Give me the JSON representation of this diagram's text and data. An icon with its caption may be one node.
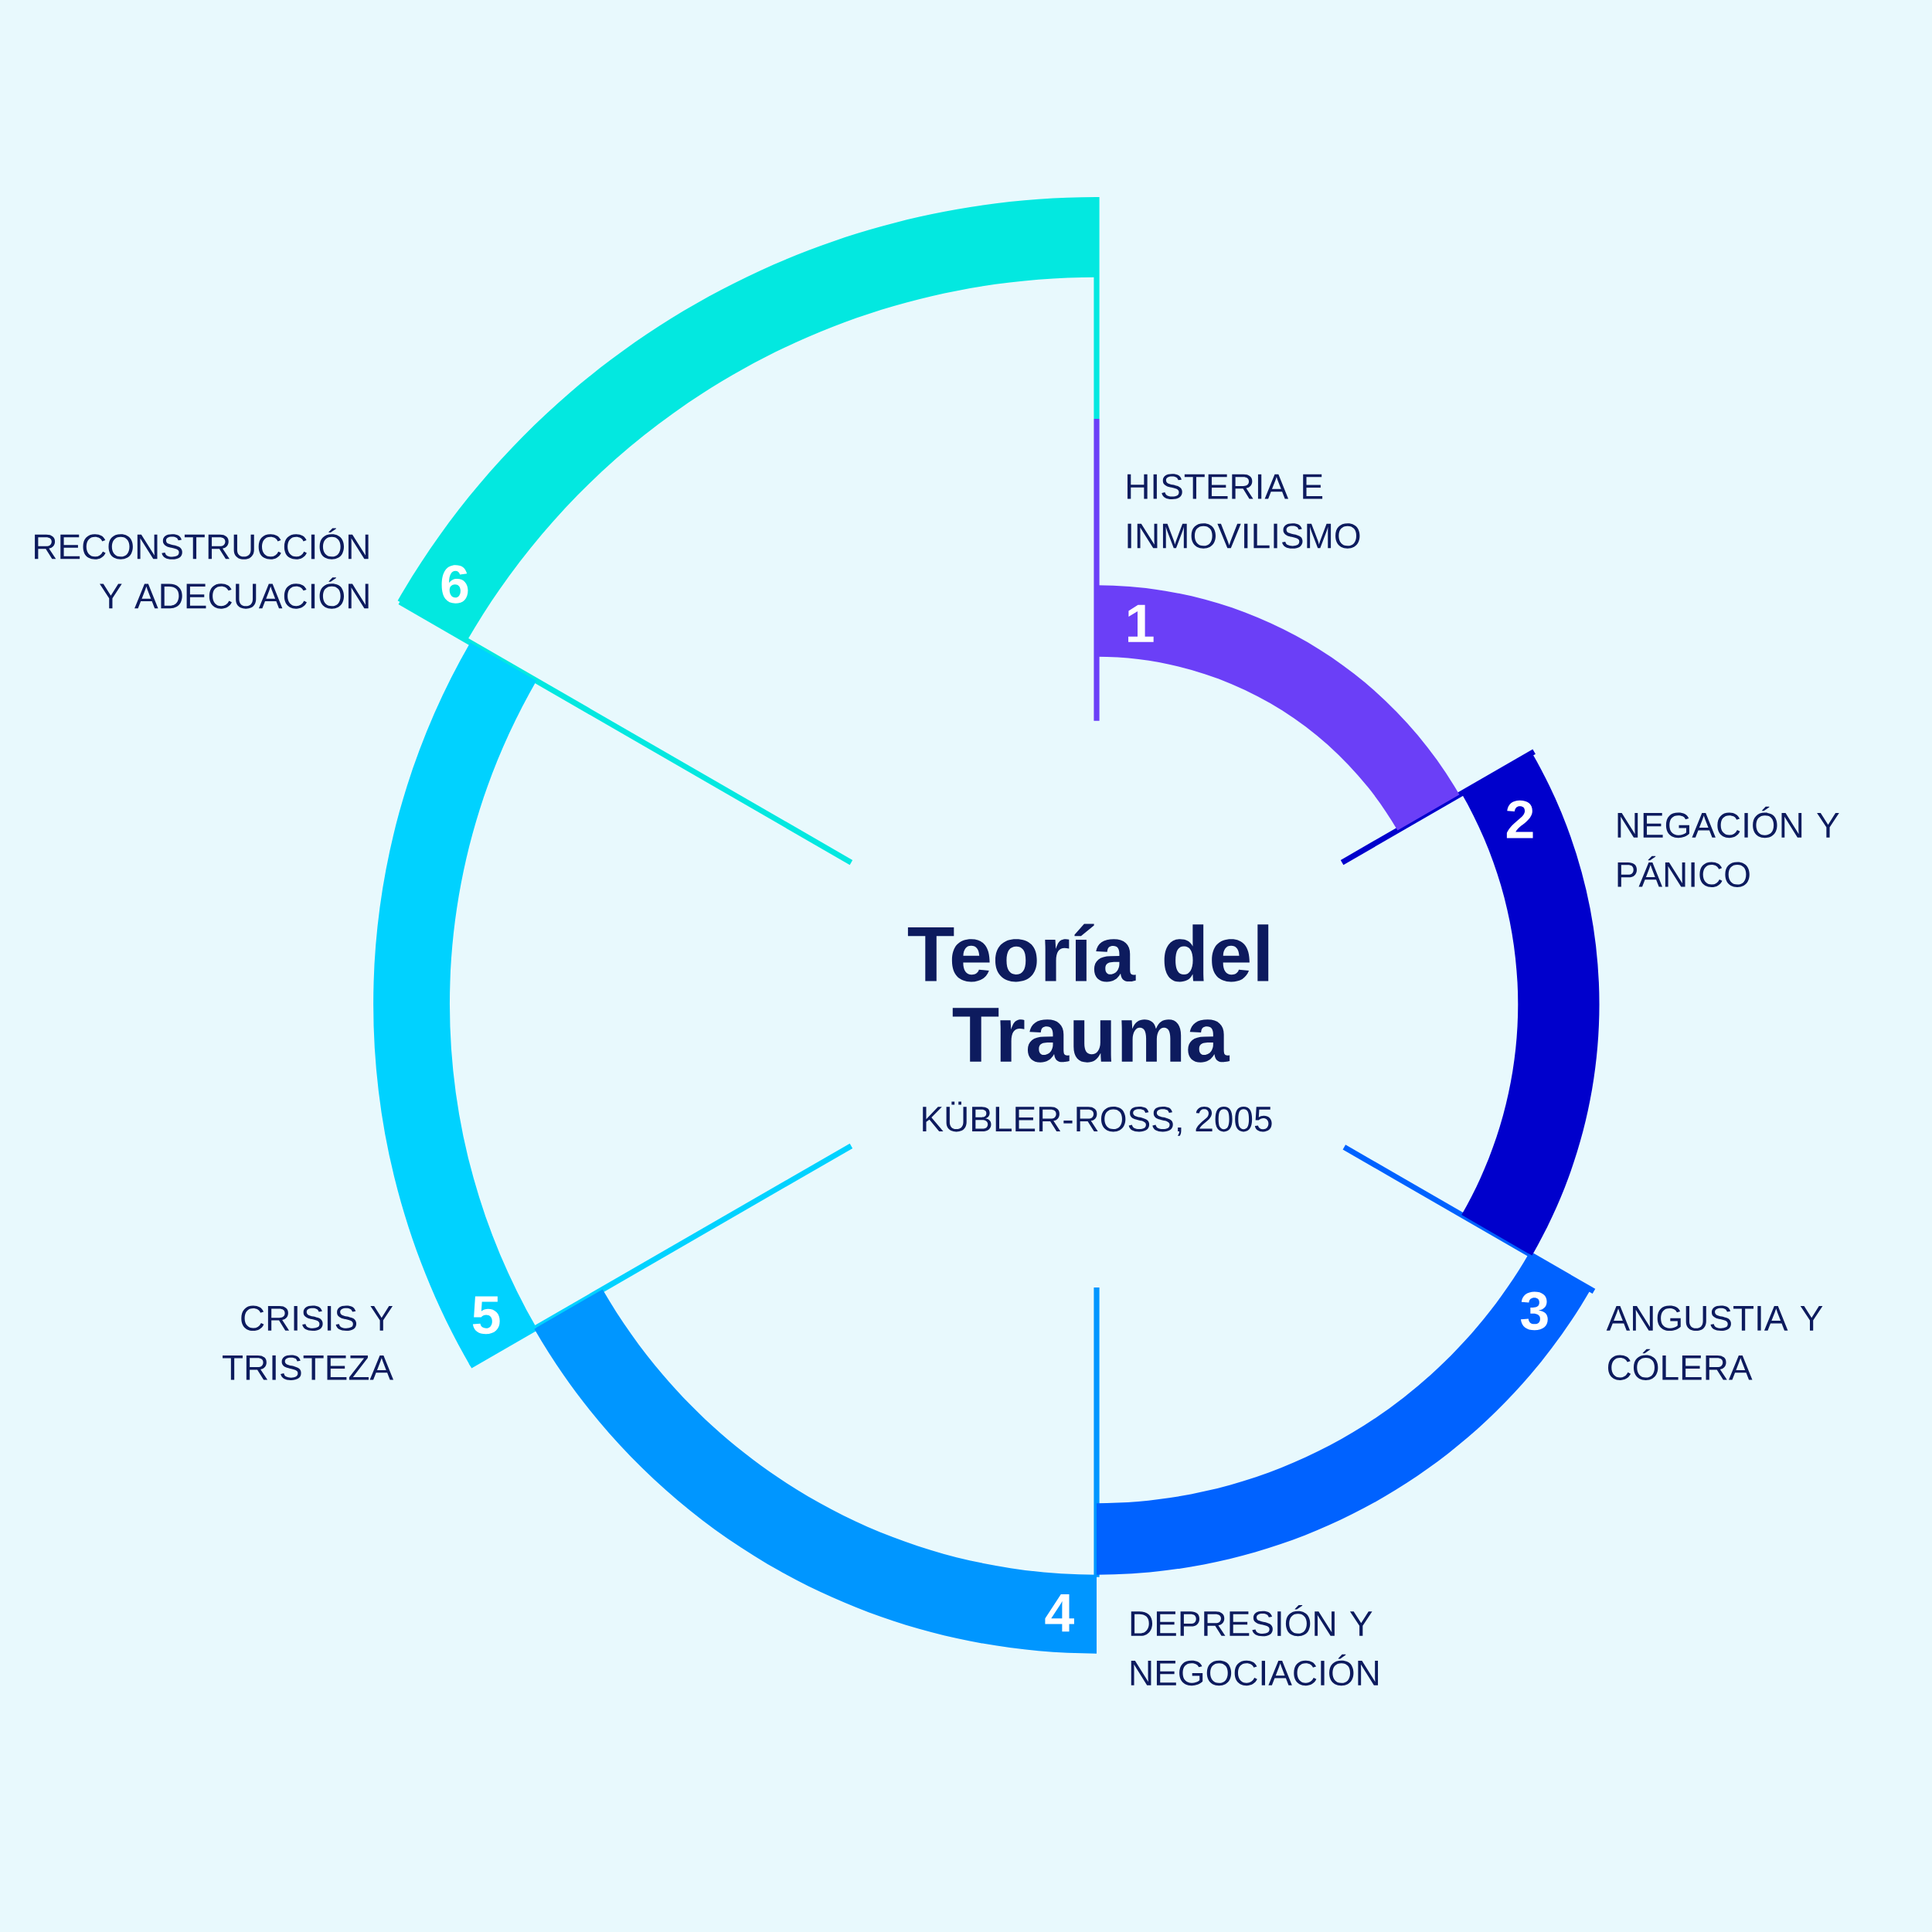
{
  "diagram": {
    "title": "Teoría del Trauma",
    "nodes": [
      {
        "text": [
          "1"
        ],
        "beside": [
          "HISTERIA E INMOVILISMO"
        ]
      },
      {
        "text": [
          "2"
        ],
        "beside": [
          "NEGACIÓN Y PÁNICO"
        ]
      },
      {
        "text": [
          "3"
        ],
        "beside": [
          "ANGUSTIA Y CÓLERA"
        ]
      },
      {
        "text": [
          "4"
        ],
        "beside": [
          "DEPRESIÓN Y NEGOCIACIÓN"
        ]
      },
      {
        "text": [
          "5"
        ],
        "beside": [
          "CRISIS Y TRISTEZA"
        ]
      },
      {
        "text": [
          "6"
        ],
        "beside": [
          "RECONSTRUCCIÓN Y ADECUACIÓN"
        ]
      }
    ],
    "labels": [
      "KÜBLER-ROSS, 2005"
    ]
  }
}
